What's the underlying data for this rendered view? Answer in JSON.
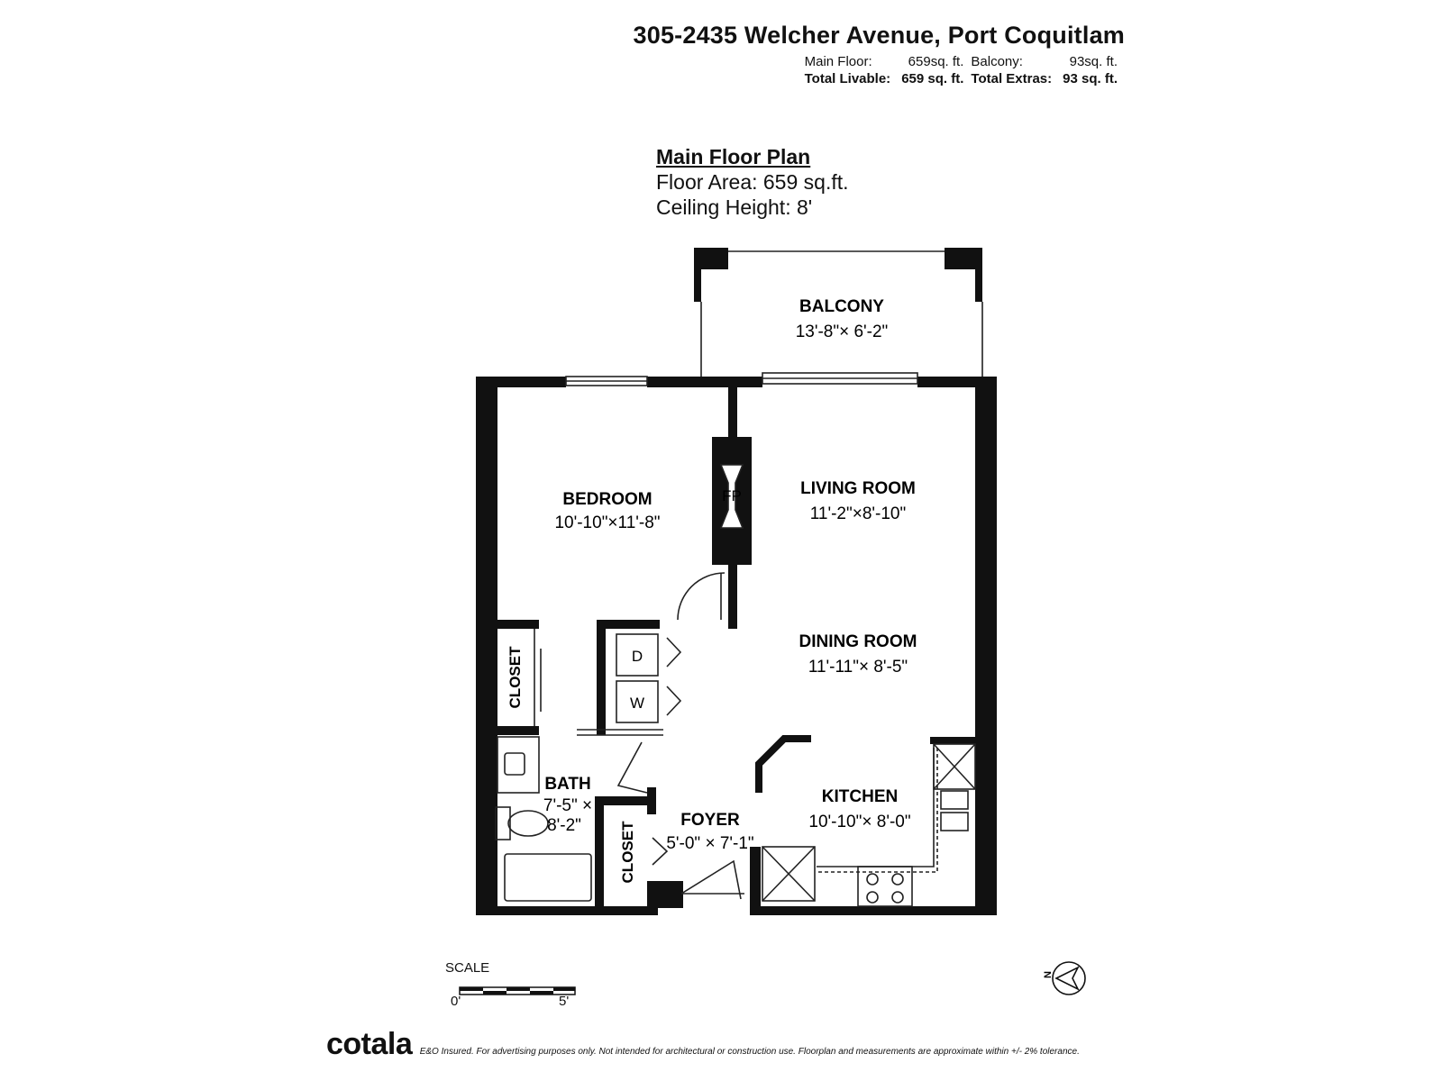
{
  "header": {
    "address": "305-2435 Welcher Avenue, Port Coquitlam",
    "main_floor_label": "Main Floor:",
    "main_floor_value": "659sq. ft.",
    "balcony_label": "Balcony:",
    "balcony_value": "93sq. ft.",
    "total_livable_label": "Total Livable:",
    "total_livable_value": "659 sq. ft.",
    "total_extras_label": "Total Extras:",
    "total_extras_value": "93 sq. ft."
  },
  "plan_info": {
    "title": "Main Floor Plan",
    "floor_area": "Floor Area: 659 sq.ft.",
    "ceiling_height": "Ceiling Height: 8'"
  },
  "rooms": {
    "balcony": {
      "name": "BALCONY",
      "dims": "13'-8\"× 6'-2\""
    },
    "bedroom": {
      "name": "BEDROOM",
      "dims": "10'-10\"×11'-8\""
    },
    "living": {
      "name": "LIVING ROOM",
      "dims": "11'-2\"×8'-10\""
    },
    "dining": {
      "name": "DINING ROOM",
      "dims": "11'-11\"× 8'-5\""
    },
    "bath": {
      "name": "BATH",
      "dims1": "7'-5\" ×",
      "dims2": "8'-2\""
    },
    "foyer": {
      "name": "FOYER",
      "dims": "5'-0\" × 7'-1\""
    },
    "kitchen": {
      "name": "KITCHEN",
      "dims": "10'-10\"× 8'-0\""
    },
    "closet1": {
      "name": "CLOSET"
    },
    "closet2": {
      "name": "CLOSET"
    }
  },
  "fixtures": {
    "fireplace": "FP",
    "dryer": "D",
    "washer": "W"
  },
  "scale": {
    "title": "SCALE",
    "start": "0'",
    "end": "5'"
  },
  "footer": {
    "logo": "cotala",
    "disclaimer": "E&O Insured. For advertising purposes only. Not intended for architectural or construction use. Floorplan and measurements are approximate within +/- 2% tolerance."
  }
}
